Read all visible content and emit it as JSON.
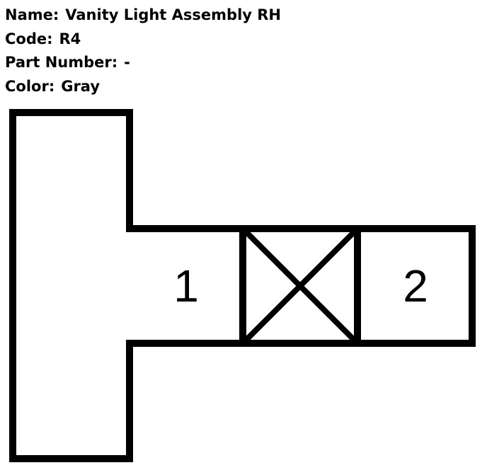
{
  "info": {
    "name_label": "Name:",
    "name_value": "Vanity Light Assembly RH",
    "code_label": "Code:",
    "code_value": "R4",
    "part_label": "Part Number:",
    "part_value": "-",
    "color_label": "Color:",
    "color_value": "Gray"
  },
  "diagram": {
    "pins": [
      {
        "label": "1",
        "state": "terminal"
      },
      {
        "label": "",
        "state": "blocked"
      },
      {
        "label": "2",
        "state": "terminal"
      }
    ]
  }
}
